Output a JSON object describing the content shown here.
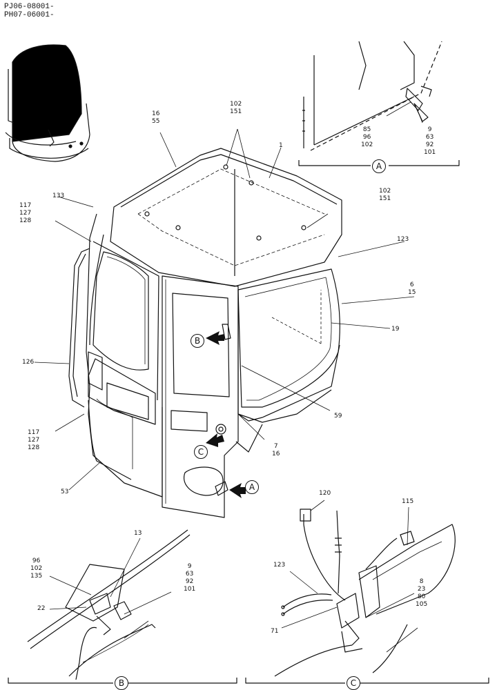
{
  "header": {
    "ref_line1": "PJ06-08001-",
    "ref_line2": "PH07-06001-"
  },
  "main": {
    "labels": {
      "l16_55": [
        "16",
        "55"
      ],
      "l102_151_top": [
        "102",
        "151"
      ],
      "l1": [
        "1"
      ],
      "l133": [
        "133"
      ],
      "l117_127_128_top": [
        "117",
        "127",
        "128"
      ],
      "l102_151_right": [
        "102",
        "151"
      ],
      "l123_top": [
        "123"
      ],
      "l6_15": [
        "6",
        "15"
      ],
      "l19": [
        "19"
      ],
      "l126": [
        "126"
      ],
      "l59": [
        "59"
      ],
      "l117_127_128_bot": [
        "117",
        "127",
        "128"
      ],
      "l7_16": [
        "7",
        "16"
      ],
      "l53": [
        "53"
      ]
    },
    "callouts": {
      "b": "B",
      "c": "C",
      "a": "A"
    }
  },
  "detail_a": {
    "title": "A",
    "labels": {
      "l85_96_102": [
        "85",
        "96",
        "102"
      ],
      "l9_63_92_101": [
        "9",
        "63",
        "92",
        "101"
      ]
    }
  },
  "detail_b": {
    "title": "B",
    "labels": {
      "l13": [
        "13"
      ],
      "l96_102_135": [
        "96",
        "102",
        "135"
      ],
      "l9_63_92_101": [
        "9",
        "63",
        "92",
        "101"
      ],
      "l22": [
        "22"
      ]
    }
  },
  "detail_c": {
    "title": "C",
    "labels": {
      "l120": [
        "120"
      ],
      "l115": [
        "115"
      ],
      "l123": [
        "123"
      ],
      "l8_23_80_105": [
        "8",
        "23",
        "80",
        "105"
      ],
      "l71": [
        "71"
      ]
    }
  }
}
